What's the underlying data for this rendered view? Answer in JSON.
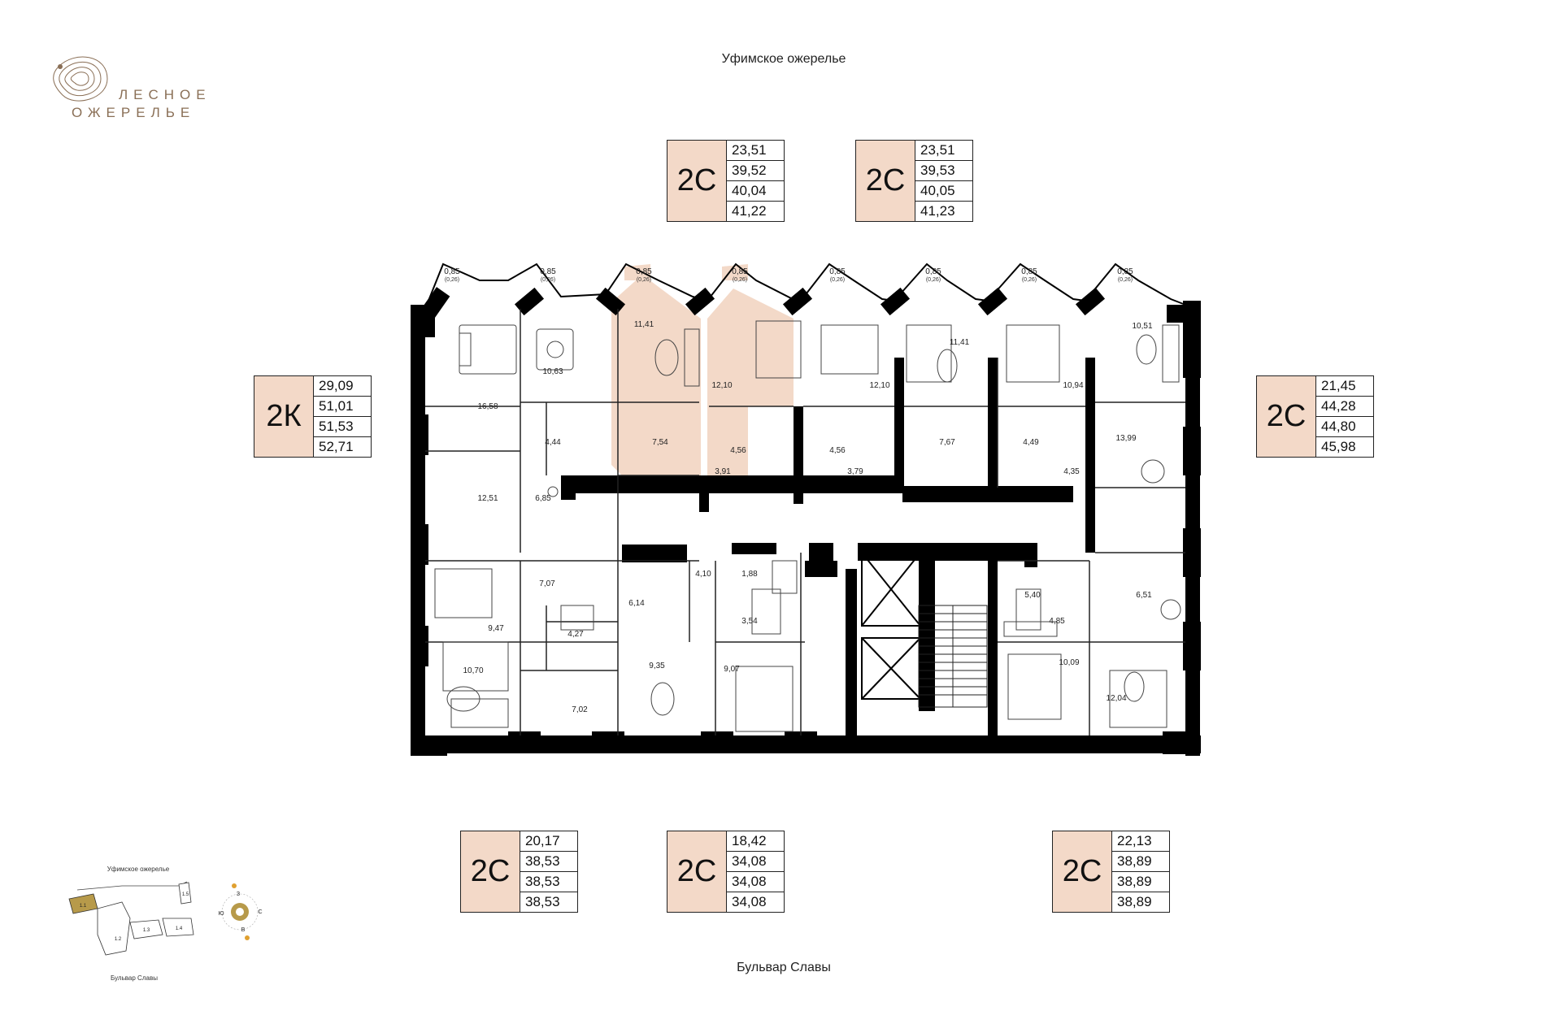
{
  "logo": {
    "line1": "ЛЕСНОЕ",
    "line2": "ОЖЕРЕЛЬЕ",
    "color": "#8a6f56"
  },
  "streets": {
    "top": "Уфимское ожерелье",
    "bottom": "Бульвар Славы"
  },
  "colors": {
    "highlight": "#f3d9c8",
    "walls": "#000000",
    "lines": "#222222"
  },
  "units": [
    {
      "id": "u1",
      "type": "2С",
      "values": [
        "23,51",
        "39,52",
        "40,04",
        "41,22"
      ]
    },
    {
      "id": "u2",
      "type": "2С",
      "values": [
        "23,51",
        "39,53",
        "40,05",
        "41,23"
      ]
    },
    {
      "id": "u3",
      "type": "2К",
      "values": [
        "29,09",
        "51,01",
        "51,53",
        "52,71"
      ]
    },
    {
      "id": "u4",
      "type": "2С",
      "values": [
        "21,45",
        "44,28",
        "44,80",
        "45,98"
      ]
    },
    {
      "id": "u5",
      "type": "2С",
      "values": [
        "20,17",
        "38,53",
        "38,53",
        "38,53"
      ]
    },
    {
      "id": "u6",
      "type": "2С",
      "values": [
        "18,42",
        "34,08",
        "34,08",
        "34,08"
      ]
    },
    {
      "id": "u7",
      "type": "2С",
      "values": [
        "22,13",
        "38,89",
        "38,89",
        "38,89"
      ]
    }
  ],
  "balcony": {
    "area": "0,85",
    "reduced": "(0,26)"
  },
  "rooms": {
    "top": [
      "16,58",
      "10,63",
      "11,41",
      "12,10",
      "12,10",
      "11,41",
      "10,94",
      "10,51"
    ],
    "baths": [
      "4,44",
      "7,54",
      "3,91",
      "4,56",
      "4,56",
      "3,79",
      "7,67",
      "4,49",
      "4,35"
    ],
    "left": [
      "12,51",
      "6,85",
      "7,07",
      "9,47",
      "4,27",
      "10,70",
      "7,02"
    ],
    "middle": [
      "6,14",
      "4,10",
      "1,88",
      "3,54",
      "9,35",
      "9,07"
    ],
    "right": [
      "13,99",
      "5,40",
      "6,51",
      "4,85",
      "10,09",
      "12,04"
    ]
  },
  "minimap": {
    "street_top": "Уфимское ожерелье",
    "street_bottom": "Бульвар Славы",
    "sections": [
      "1.1",
      "1.2",
      "1.3",
      "1.4",
      "1.5"
    ],
    "compass": [
      "З",
      "С",
      "Ю",
      "В"
    ]
  }
}
